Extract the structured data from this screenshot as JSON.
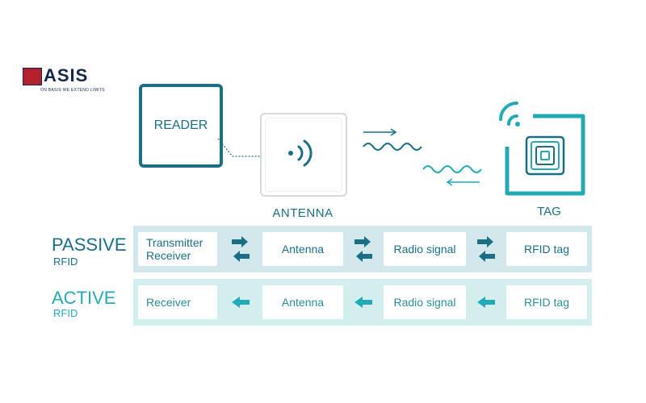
{
  "logo": {
    "name": "ASIS",
    "tagline": "ON BASIS WE EXTEND LIMITS"
  },
  "diagram": {
    "reader_label": "READER",
    "antenna_label": "ANTENNA",
    "tag_label": "TAG"
  },
  "passive": {
    "title": "PASSIVE",
    "subtitle": "RFID",
    "cells": [
      "Transmitter Receiver",
      "Antenna",
      "Radio signal",
      "RFID tag"
    ]
  },
  "active": {
    "title": "ACTIVE",
    "subtitle": "RFID",
    "cells": [
      "Receiver",
      "Antenna",
      "Radio signal",
      "RFID tag"
    ]
  },
  "colors": {
    "dark_teal": "#1a6f85",
    "light_teal": "#24aab4",
    "brand_red": "#b3222a",
    "brand_navy": "#14274e"
  }
}
